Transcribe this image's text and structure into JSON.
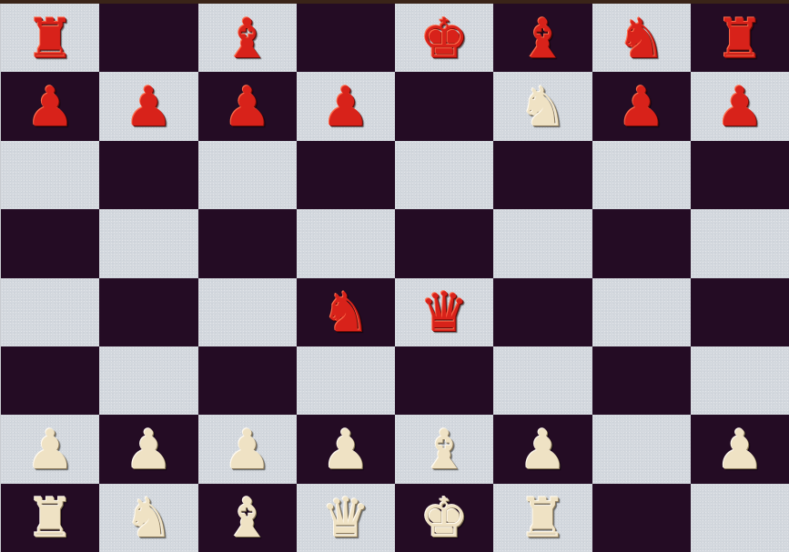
{
  "board": {
    "colors": {
      "light": "#d3d8de",
      "dark": "#240c24",
      "red_piece": "#d8221a",
      "cream_piece": "#efe2c4"
    },
    "rows": [
      [
        {
          "color": "red",
          "piece": "rook",
          "glyph": "♜"
        },
        null,
        {
          "color": "red",
          "piece": "bishop",
          "glyph": "♝"
        },
        null,
        {
          "color": "red",
          "piece": "king",
          "glyph": "♚"
        },
        {
          "color": "red",
          "piece": "bishop",
          "glyph": "♝"
        },
        {
          "color": "red",
          "piece": "knight",
          "glyph": "♞"
        },
        {
          "color": "red",
          "piece": "rook",
          "glyph": "♜"
        }
      ],
      [
        {
          "color": "red",
          "piece": "pawn",
          "glyph": "♟"
        },
        {
          "color": "red",
          "piece": "pawn",
          "glyph": "♟"
        },
        {
          "color": "red",
          "piece": "pawn",
          "glyph": "♟"
        },
        {
          "color": "red",
          "piece": "pawn",
          "glyph": "♟"
        },
        null,
        {
          "color": "cream",
          "piece": "knight",
          "glyph": "♞"
        },
        {
          "color": "red",
          "piece": "pawn",
          "glyph": "♟"
        },
        {
          "color": "red",
          "piece": "pawn",
          "glyph": "♟"
        }
      ],
      [
        null,
        null,
        null,
        null,
        null,
        null,
        null,
        null
      ],
      [
        null,
        null,
        null,
        null,
        null,
        null,
        null,
        null
      ],
      [
        null,
        null,
        null,
        {
          "color": "red",
          "piece": "knight",
          "glyph": "♞"
        },
        {
          "color": "red",
          "piece": "queen",
          "glyph": "♛"
        },
        null,
        null,
        null
      ],
      [
        null,
        null,
        null,
        null,
        null,
        null,
        null,
        null
      ],
      [
        {
          "color": "cream",
          "piece": "pawn",
          "glyph": "♟"
        },
        {
          "color": "cream",
          "piece": "pawn",
          "glyph": "♟"
        },
        {
          "color": "cream",
          "piece": "pawn",
          "glyph": "♟"
        },
        {
          "color": "cream",
          "piece": "pawn",
          "glyph": "♟"
        },
        {
          "color": "cream",
          "piece": "bishop",
          "glyph": "♝"
        },
        {
          "color": "cream",
          "piece": "pawn",
          "glyph": "♟"
        },
        null,
        {
          "color": "cream",
          "piece": "pawn",
          "glyph": "♟"
        }
      ],
      [
        {
          "color": "cream",
          "piece": "rook",
          "glyph": "♜"
        },
        {
          "color": "cream",
          "piece": "knight",
          "glyph": "♞"
        },
        {
          "color": "cream",
          "piece": "bishop",
          "glyph": "♝"
        },
        {
          "color": "cream",
          "piece": "queen",
          "glyph": "♛"
        },
        {
          "color": "cream",
          "piece": "king",
          "glyph": "♚"
        },
        {
          "color": "cream",
          "piece": "rook",
          "glyph": "♜"
        },
        null,
        null
      ]
    ]
  }
}
